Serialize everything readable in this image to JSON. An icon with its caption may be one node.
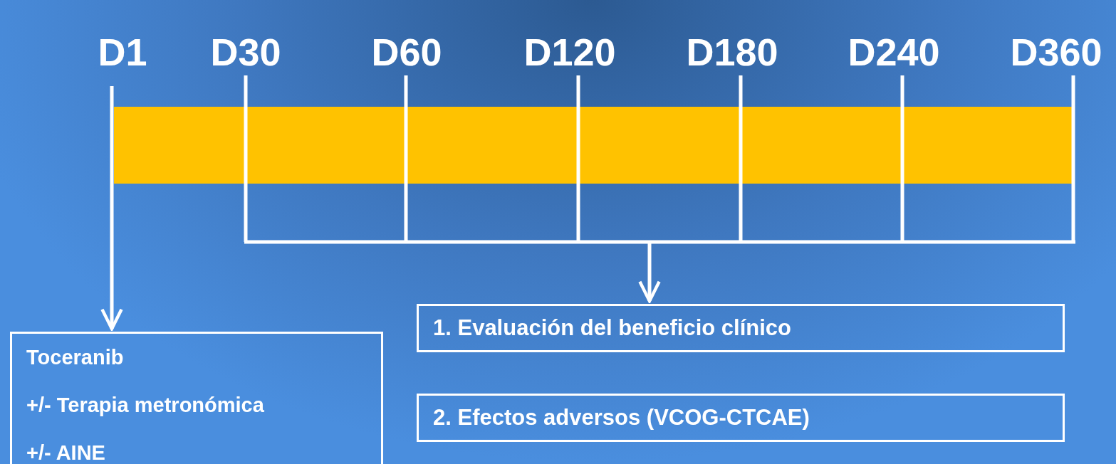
{
  "diagram": {
    "nodes": [
      {
        "text": [
          "Toceranib",
          "+/- Terapia metronómica",
          "+/- AINE"
        ]
      },
      {
        "text": [
          "1. Evaluación del beneficio clínico"
        ]
      },
      {
        "text": [
          "2. Efectos adversos (VCOG-CTCAE)"
        ]
      }
    ],
    "edges": [
      {
        "from": null,
        "to": 0,
        "arrow": "to"
      },
      {
        "from": null,
        "to": 1,
        "arrow": "to"
      }
    ],
    "labels": [
      "D1",
      "D30",
      "D60",
      "D120",
      "D180",
      "D240",
      "D360"
    ]
  }
}
